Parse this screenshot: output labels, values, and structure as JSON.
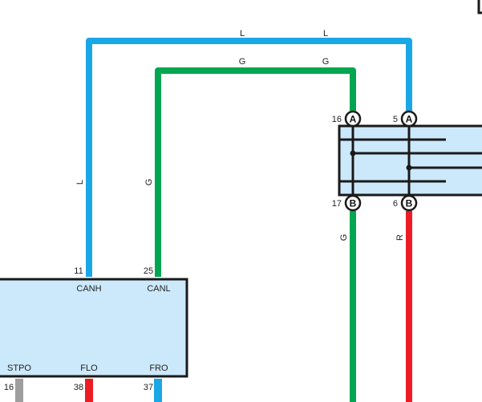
{
  "colors": {
    "L": "#1aa7e6",
    "G": "#00a651",
    "R": "#ed1c24",
    "GR": "#9e9e9e",
    "box_fill": "#cce9fb",
    "outline": "#1a1a1a"
  },
  "wires": {
    "blue_top_left": "L",
    "blue_top_right": "L",
    "blue_vertical": "L",
    "green_top_left": "G",
    "green_top_right": "G",
    "green_vertical": "G",
    "green_down": "G",
    "red_down": "R"
  },
  "junction": {
    "pin_top_left_num": "16",
    "pin_top_left_conn": "A",
    "pin_top_right_num": "5",
    "pin_top_right_conn": "A",
    "pin_bottom_left_num": "17",
    "pin_bottom_left_conn": "B",
    "pin_bottom_right_num": "6",
    "pin_bottom_right_conn": "B"
  },
  "ecu": {
    "pin_canh_num": "11",
    "pin_canh_label": "CANH",
    "pin_canl_num": "25",
    "pin_canl_label": "CANL",
    "pin_stpo_num": "16",
    "pin_stpo_label": "STPO",
    "pin_flo_num": "38",
    "pin_flo_label": "FLO",
    "pin_fro_num": "37",
    "pin_fro_label": "FRO"
  }
}
